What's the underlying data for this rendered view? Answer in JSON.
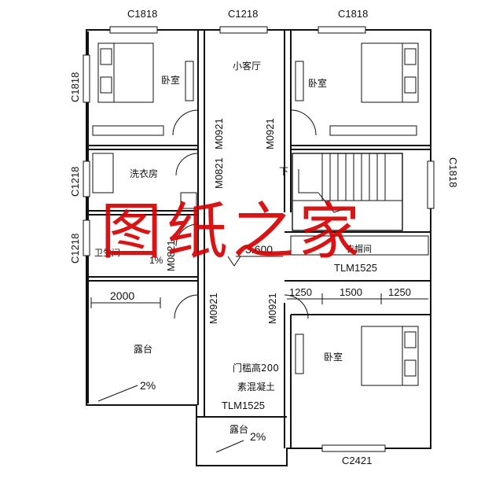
{
  "windows": {
    "top_left": "C1818",
    "top_mid": "C1218",
    "top_right": "C1818",
    "left_upper": "C1818",
    "left_mid": "C1218",
    "left_lower": "C1218",
    "right_mid": "C1818",
    "bottom": "C2421"
  },
  "rooms": {
    "bedroom_nw": "卧室",
    "small_living": "小客厅",
    "bedroom_ne": "卧室",
    "laundry": "洗衣房",
    "bathroom": "卫生间",
    "balcony_sw": "露台",
    "balcony_bottom": "露台",
    "bedroom_se": "卧室",
    "closet": "衣帽间"
  },
  "doors": {
    "d1": "M0921",
    "d2": "M0921",
    "d3": "M0821",
    "d4": "M0821",
    "d5": "M0921",
    "d6": "M0921",
    "d7": "TLM1525",
    "d8": "TLM1525"
  },
  "annotations": {
    "elevation": "3.600",
    "stair_down": "下",
    "bath_slope": "1%",
    "slope_sw": "2%",
    "slope_bottom": "2%",
    "threshold": "门槛高200",
    "concrete": "素混凝土"
  },
  "dimensions": {
    "balcony_width": "2000",
    "closet_left": "1250",
    "closet_mid": "1500",
    "closet_right": "1250"
  },
  "watermark": "图纸之家"
}
